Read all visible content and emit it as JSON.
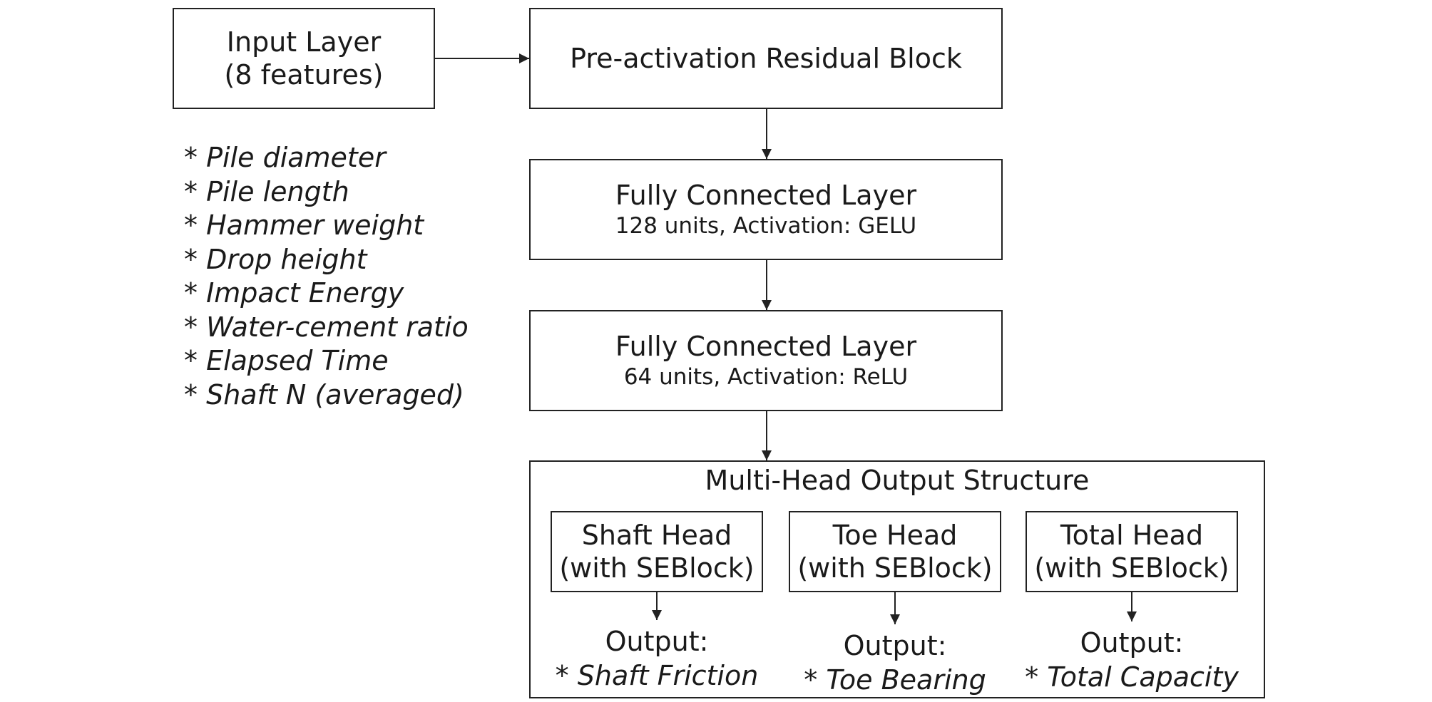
{
  "input_layer": {
    "title": "Input Layer",
    "subtitle": "(8 features)"
  },
  "features": [
    "* Pile diameter",
    "* Pile length",
    "* Hammer weight",
    "* Drop height",
    "* Impact Energy",
    "* Water-cement ratio",
    "* Elapsed Time",
    "* Shaft N (averaged)"
  ],
  "residual_block": {
    "title": "Pre-activation Residual Block"
  },
  "fc1": {
    "title": "Fully Connected Layer",
    "detail": "128 units, Activation: GELU"
  },
  "fc2": {
    "title": "Fully Connected Layer",
    "detail": "64 units, Activation: ReLU"
  },
  "multi_head": {
    "title": "Multi-Head Output Structure",
    "heads": [
      {
        "name": "Shaft Head",
        "note": "(with SEBlock)",
        "output_label": "Output:",
        "output_value": "* Shaft Friction"
      },
      {
        "name": "Toe Head",
        "note": "(with SEBlock)",
        "output_label": "Output:",
        "output_value": "* Toe Bearing"
      },
      {
        "name": "Total Head",
        "note": "(with SEBlock)",
        "output_label": "Output:",
        "output_value": "* Total Capacity"
      }
    ]
  },
  "colors": {
    "stroke": "#222222",
    "text": "#1a1a1a",
    "background": "#ffffff"
  }
}
